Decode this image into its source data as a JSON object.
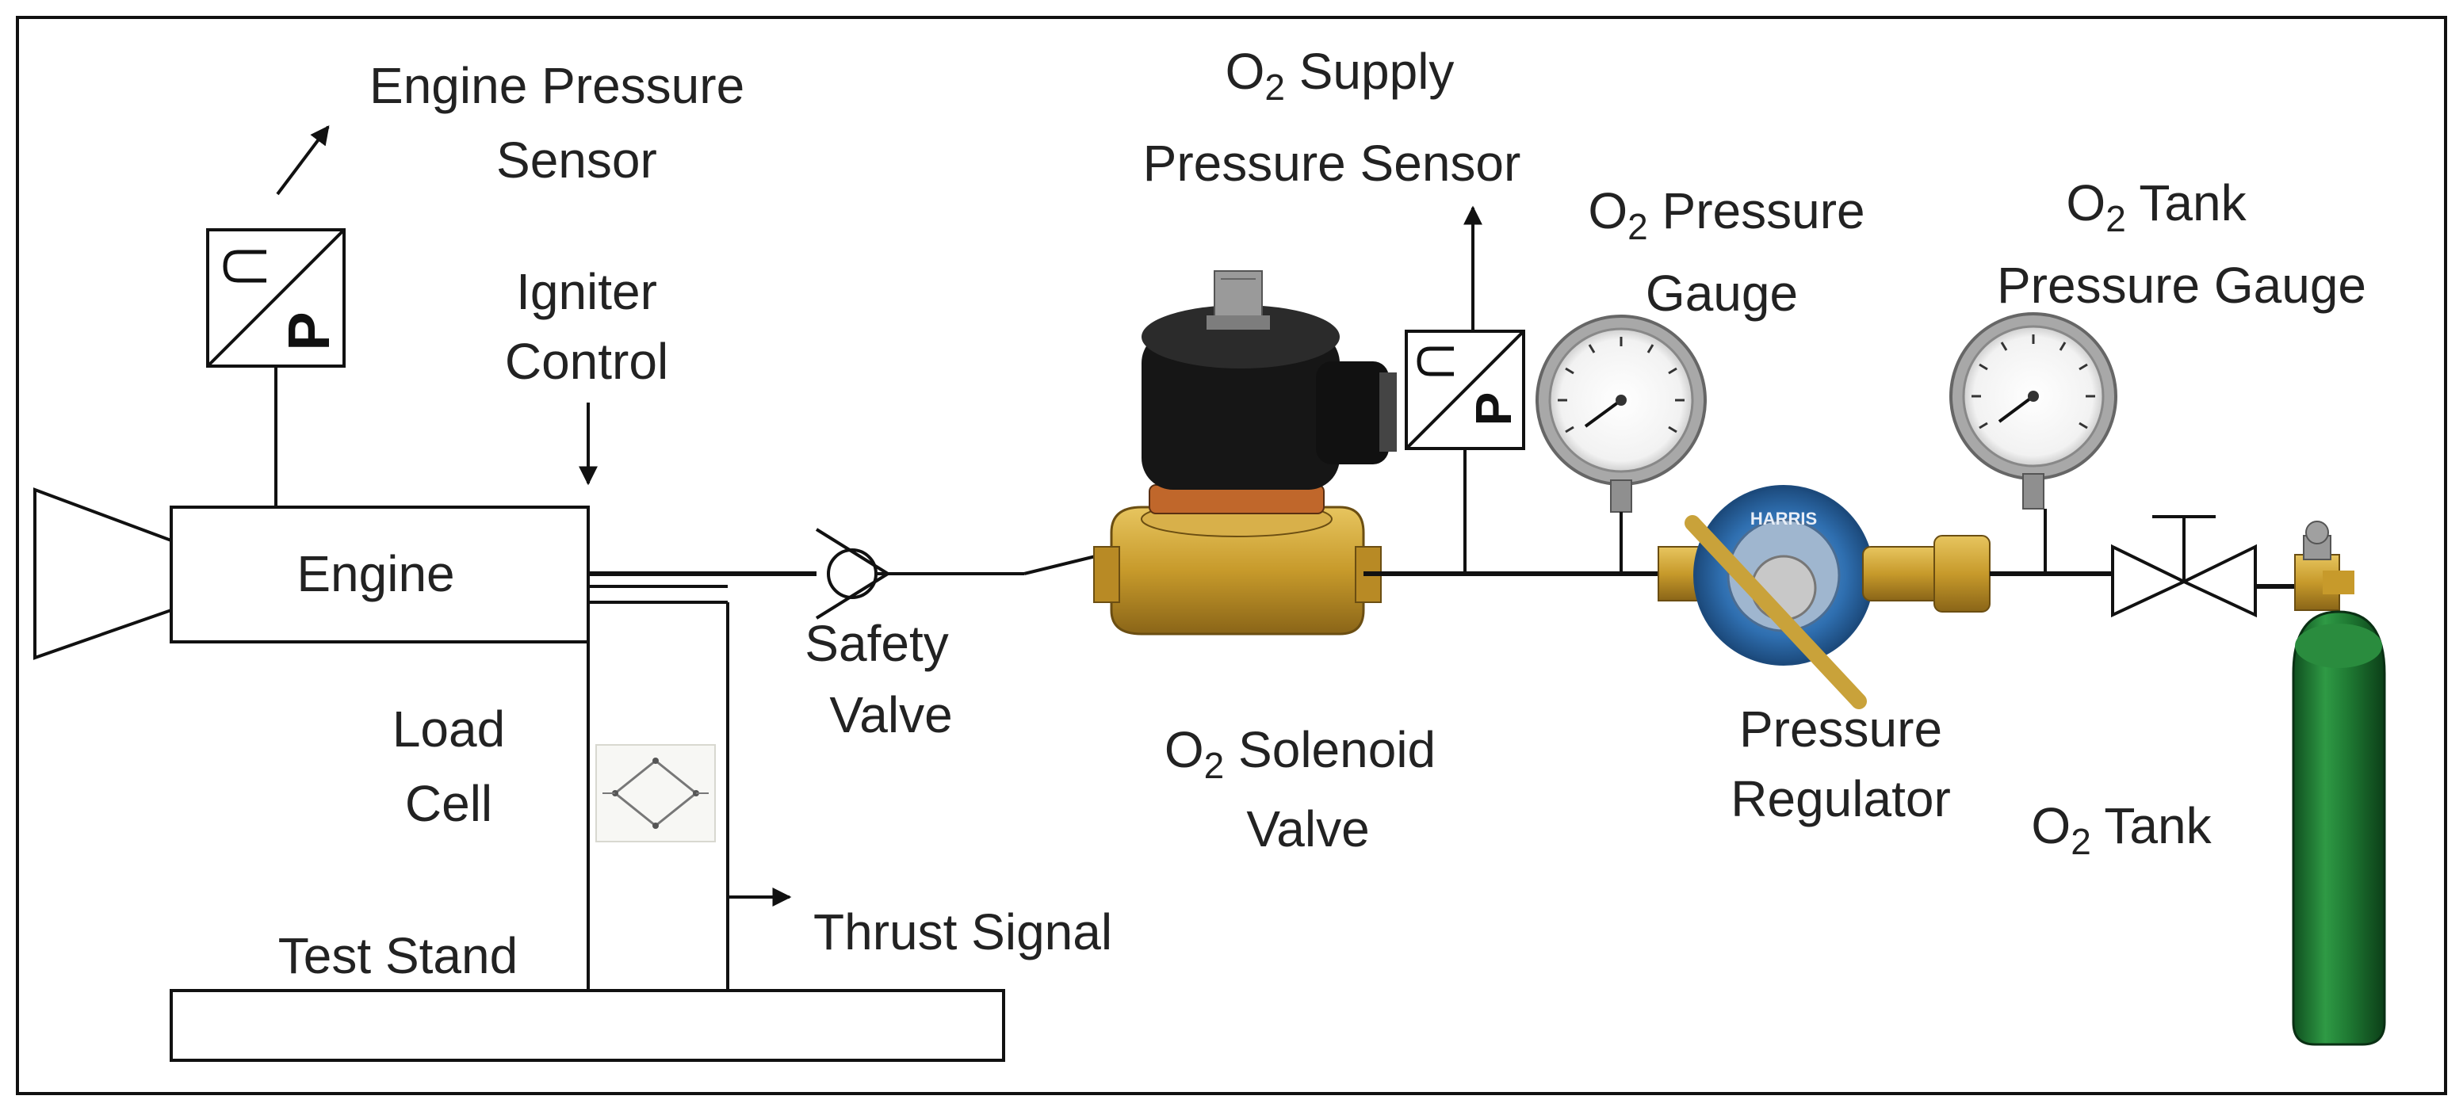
{
  "labels": {
    "engine_pressure_sensor": [
      "Engine Pressure",
      "Sensor"
    ],
    "igniter_control": [
      "Igniter",
      "Control"
    ],
    "engine": "Engine",
    "load_cell": [
      "Load",
      "Cell"
    ],
    "test_stand": "Test Stand",
    "thrust_signal": "Thrust Signal",
    "safety_valve": [
      "Safety",
      "Valve"
    ],
    "o2_supply_sensor": {
      "prefix": "O",
      "sub": "2",
      "line1_rest": " Supply",
      "line2": "Pressure Sensor"
    },
    "o2_pressure_gauge": {
      "prefix": "O",
      "sub": "2",
      "line1_rest": " Pressure",
      "line2": "Gauge"
    },
    "o2_tank_gauge": {
      "prefix": "O",
      "sub": "2",
      "line1_rest": " Tank",
      "line2": "Pressure Gauge"
    },
    "o2_solenoid_valve": {
      "prefix": "O",
      "sub": "2",
      "line1_rest": " Solenoid",
      "line2": "Valve"
    },
    "pressure_regulator": [
      "Pressure",
      "Regulator"
    ],
    "o2_tank": {
      "prefix": "O",
      "sub": "2",
      "line1_rest": " Tank"
    }
  },
  "sensor_symbol_letter": "P",
  "regulator_brand": "HARRIS",
  "colors": {
    "line": "#111111",
    "brass": "#c9a23a",
    "tank_green": "#1f7a33",
    "regulator_blue": "#2f6fb0",
    "solenoid_black": "#151515"
  }
}
